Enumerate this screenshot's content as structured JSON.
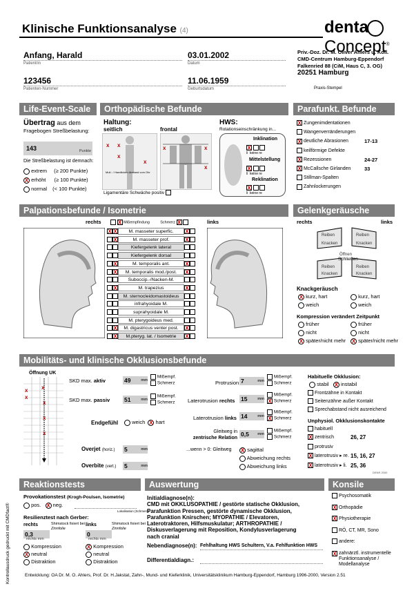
{
  "header": {
    "title": "Klinische Funktionsanalyse",
    "title_num": "(4)",
    "logo_left": "denta",
    "logo_right": "Concept",
    "logo_reg": "®"
  },
  "patient": {
    "name_value": "Anfang, Harald",
    "name_label": "Patient/in",
    "date_value": "03.01.2002",
    "date_label": "Datum",
    "number_value": "123456",
    "number_label": "Patienten-Nummer",
    "birth_value": "11.06.1959",
    "birth_label": "Geburtsdatum"
  },
  "practice": {
    "line1": "Priv.-Doz. Dr. M. Oliver Ahlers u. Koll.",
    "line2": "CMD-Centrum Hamburg-Eppendorf",
    "line3": "Falkenried 88 (CiM, Haus C, 3. OG)",
    "line4": "20251 Hamburg",
    "stamp_label": "Praxis-Stempel"
  },
  "life_event": {
    "heading": "Life-Event-Scale",
    "uebertrag": "Übertrag",
    "uebertrag_rest": "aus dem",
    "line2": "Fragebogen Streßbelastung:",
    "value": "143",
    "unit": "Punkte",
    "assess": "Die Streßbelastung ist demnach:",
    "opt1": "extrem",
    "opt1_r": "(≥ 200 Punkte)",
    "opt2": "erhöht",
    "opt2_r": "(≥ 100 Punkte)",
    "opt3": "normal",
    "opt3_r": "(< 100 Punkte)"
  },
  "ortho": {
    "heading": "Orthopädische Befunde",
    "haltung": "Haltung:",
    "seitlich": "seitlich",
    "frontal": "frontal",
    "hws": "HWS:",
    "hws_sub": "Rotationseinschränkung in...",
    "inklination": "Inklination",
    "mittelstellung": "Mittelstellung",
    "reklination": "Reklination",
    "li": "li",
    "keine": "keine",
    "re": "re",
    "muscle_note": "Mull.: / Handlicken Abstand vom Ohr",
    "ligament": "Ligamentäre Schwäche positiv"
  },
  "parafunkt": {
    "heading": "Parafunkt. Befunde",
    "items": [
      {
        "label": "Zungenimdentationen",
        "val": "",
        "checked": "X"
      },
      {
        "label": "Wangenverränderungen",
        "val": "",
        "checked": ""
      },
      {
        "label": "deutliche Abrasionen",
        "val": "17-13",
        "checked": "X"
      },
      {
        "label": "keilförmige Defekte",
        "val": "",
        "checked": ""
      },
      {
        "label": "Rezessionen",
        "val": "24-27",
        "checked": "X"
      },
      {
        "label": "McCallsche Girlanden",
        "val": "33",
        "checked": "X"
      },
      {
        "label": "Stillman-Spalten",
        "val": "",
        "checked": ""
      },
      {
        "label": "Zahnlockerungen",
        "val": "",
        "checked": ""
      }
    ]
  },
  "palpation": {
    "heading": "Palpationsbefunde / Isometrie",
    "rechts": "rechts",
    "links": "links",
    "miss": "Mißempfindung",
    "schmerz": "Schmerz",
    "muscles": [
      {
        "label": "M. masseter superfic.",
        "lm": "",
        "ls": "X",
        "rm": "X",
        "rs": "X"
      },
      {
        "label": "M. masseter prof.",
        "lm": "",
        "ls": "X",
        "rm": "",
        "rs": "X"
      },
      {
        "label": "Kiefergelenk lateral",
        "lm": "",
        "ls": "",
        "rm": "",
        "rs": ""
      },
      {
        "label": "Kiefergelenk dorsal",
        "lm": "",
        "ls": "",
        "rm": "",
        "rs": ""
      },
      {
        "label": "M. temporalis ant.",
        "lm": "",
        "ls": "X",
        "rm": "",
        "rs": "X"
      },
      {
        "label": "M. temporalis mod./post.",
        "lm": "",
        "ls": "X",
        "rm": "",
        "rs": "X"
      },
      {
        "label": "Suboccip.-/Nacken-M.",
        "lm": "",
        "ls": "",
        "rm": "",
        "rs": ""
      },
      {
        "label": "M. trapezius",
        "lm": "",
        "ls": "X",
        "rm": "",
        "rs": "X"
      },
      {
        "label": "M. sternocleidomastoideus",
        "lm": "",
        "ls": "",
        "rm": "",
        "rs": ""
      },
      {
        "label": "infrahyoidale M.",
        "lm": "",
        "ls": "",
        "rm": "",
        "rs": ""
      },
      {
        "label": "suprahyoidale M.",
        "lm": "",
        "ls": "",
        "rm": "",
        "rs": ""
      },
      {
        "label": "M. pterygoideus med.",
        "lm": "",
        "ls": "",
        "rm": "",
        "rs": ""
      },
      {
        "label": "M. digastricus venter post.",
        "lm": "",
        "ls": "X",
        "rm": "",
        "rs": "X"
      },
      {
        "label": "M.pteryg. lat. / Isometrie",
        "lm": "",
        "ls": "X",
        "rm": "",
        "rs": "X"
      }
    ]
  },
  "gelenk": {
    "heading": "Gelenkgeräusche",
    "rechts": "rechts",
    "links": "links",
    "oeffnen": "Öffnen",
    "schliessen": "Schließen",
    "reiben": "Reiben",
    "knacken": "Knacken",
    "knack": "Knackgeräusch",
    "kurz_hart": "kurz, hart",
    "weich": "weich",
    "kompression": "Kompression verändert Zeitpunkt",
    "frueher": "früher",
    "nicht": "nicht",
    "spaeter": "später/nicht mehr"
  },
  "mobil": {
    "heading": "Mobilitäts- und klinische Okklusionsbefunde",
    "oeffnung": "Öffnung UK",
    "skd_aktiv_l": "SKD max.",
    "skd_aktiv_b": "aktiv",
    "skd_aktiv_v": "49",
    "mm": "mm",
    "skd_passiv_l": "SKD max.",
    "skd_passiv_b": "passiv",
    "skd_passiv_v": "51",
    "missempf": "Mißempf.",
    "schmerz": "Schmerz",
    "endgefuehl": "Endgefühl",
    "weich": "weich",
    "hart": "hart",
    "overjet": "Overjet",
    "overjet_s": "(horiz.)",
    "overjet_v": "5",
    "overbite": "Overbite",
    "overbite_s": "(vert.)",
    "overbite_v": "5",
    "protrusion": "Protrusion",
    "protrusion_v": "7",
    "latrechts_l": "Laterotrusion",
    "latrechts_b": "rechts",
    "latrechts_v": "15",
    "latlinks_l": "Laterotrusion",
    "latlinks_b": "links",
    "latlinks_v": "14",
    "gleitweg": "Gleitweg in",
    "zentrische": "zentrische Relation",
    "gleitweg_v": "0,5",
    "wenn": "...wenn > 0: Gleitweg",
    "sagittal": "sagittal",
    "abw_re": "Abweichung rechts",
    "abw_li": "Abweichung links",
    "hab_okk": "Habituelle Okklusion:",
    "stabil": "stabil",
    "instabil": "instabil",
    "front": "Frontzähne in Kontakt",
    "seiten": "Seitenzähne außer Kontakt",
    "sprech": "Sprechabstand nicht ausreichend",
    "unphys": "Unphysiol. Okklusionskontakte",
    "habituell": "habituell",
    "zentrisch": "zentrisch",
    "zentrisch_v": "26, 27",
    "protrusiv": "protrusiv",
    "latre": "laterotrusiv ▸ re.",
    "latre_v": "15, 16, 27",
    "latli": "laterotrusiv ▸ li.",
    "latli_v": "25, 36",
    "date_small": "DENR 2000"
  },
  "reaktion": {
    "heading": "Reaktionstests",
    "prov": "Provokationstest",
    "prov_sub": "(Krogh-Poulsen, Isometrie)",
    "pos": "pos.",
    "neg": "neg.",
    "lokal": "Lokalisation (Schmerz)",
    "resil": "Resilienztest nach",
    "gerber": "Gerber",
    "rechts": "rechts",
    "links": "links",
    "shimstock": "Shimstock fixiert bei",
    "zinnfolie": "Zinnfolie",
    "r_val": "0,3",
    "l_val": "0",
    "r_unit": "rechts mm",
    "l_unit": "rechts mm",
    "kompression": "Kompression",
    "neutral": "neutral",
    "distraktion": "Distraktion"
  },
  "auswertung": {
    "heading": "Auswertung",
    "initial": "Initialdiagnose(n):",
    "line1": "CMD mit OKKLUSOPATHIE / gestörte statische Okklusion,",
    "line2": "Parafunktion Pressen, gestörte dynamische Okklusion,",
    "line3": "Parafunktion Knirschen; MYOPATHIE / Elevatoren,",
    "line4": "Laterotraktoren, Hilfsmuskulatur; ARTHROPATHIE /",
    "line5": "Diskusverlagerung mit Reposition, Kondylusverlagerung",
    "line6": "nach cranial",
    "neben": "Nebendiagnose(n):",
    "neben_v": "Fehlhaltung HWS   Schultern, V.a. Fehlfunktion HWS",
    "diff": "Differentialdiagn.:"
  },
  "konsile": {
    "heading": "Konsile",
    "items": [
      {
        "label": "Psychosomatik",
        "checked": ""
      },
      {
        "label": "Orthopädie",
        "checked": "X"
      },
      {
        "label": "Physiotherapie",
        "checked": "X"
      },
      {
        "label": "RÖ, CT, MR, Sono",
        "checked": ""
      },
      {
        "label": "andere:",
        "checked": ""
      }
    ],
    "last1": "zahnärztl. instrumentelle",
    "last2": "Funktionsanalyse /",
    "last3": "Modellanalyse"
  },
  "footer": "Entwicklung: OA Dr. M. O. Ahlers, Prof. Dr. H.Jakstat, Zahn-, Mund- und Kieferklinik, Universitätsklinikum Hamburg-Eppendorf, Hamburg 1996-2000, Version 2.51",
  "side": "Kontrollausdruck gedruckt mit CMDfact®"
}
